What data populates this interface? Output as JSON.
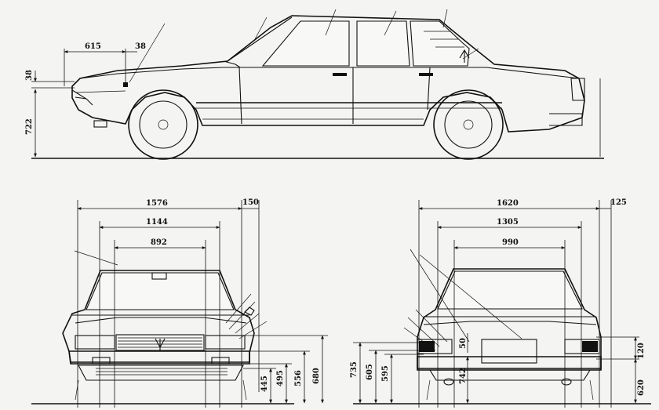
{
  "side_view": {
    "dims": {
      "front_overhang": "615",
      "small_offset": "38",
      "bumper_height": "38",
      "hood_height": "722"
    }
  },
  "front_view": {
    "dims": {
      "track_width": "1576",
      "mirror_offset": "150",
      "inner_width": "1144",
      "grille_width": "892",
      "h1": "445",
      "h2": "495",
      "h3": "556",
      "h4": "680"
    }
  },
  "rear_view": {
    "dims": {
      "overall_width": "1620",
      "side_offset": "125",
      "lamp_span": "1305",
      "plate_span": "990",
      "h1": "735",
      "h2": "605",
      "h3": "595",
      "h4": "742",
      "lamp_height": "50",
      "lamp_h": "120",
      "ground_h": "620"
    }
  },
  "colors": {
    "ink": "#111111",
    "paper": "#f4f4f2"
  }
}
